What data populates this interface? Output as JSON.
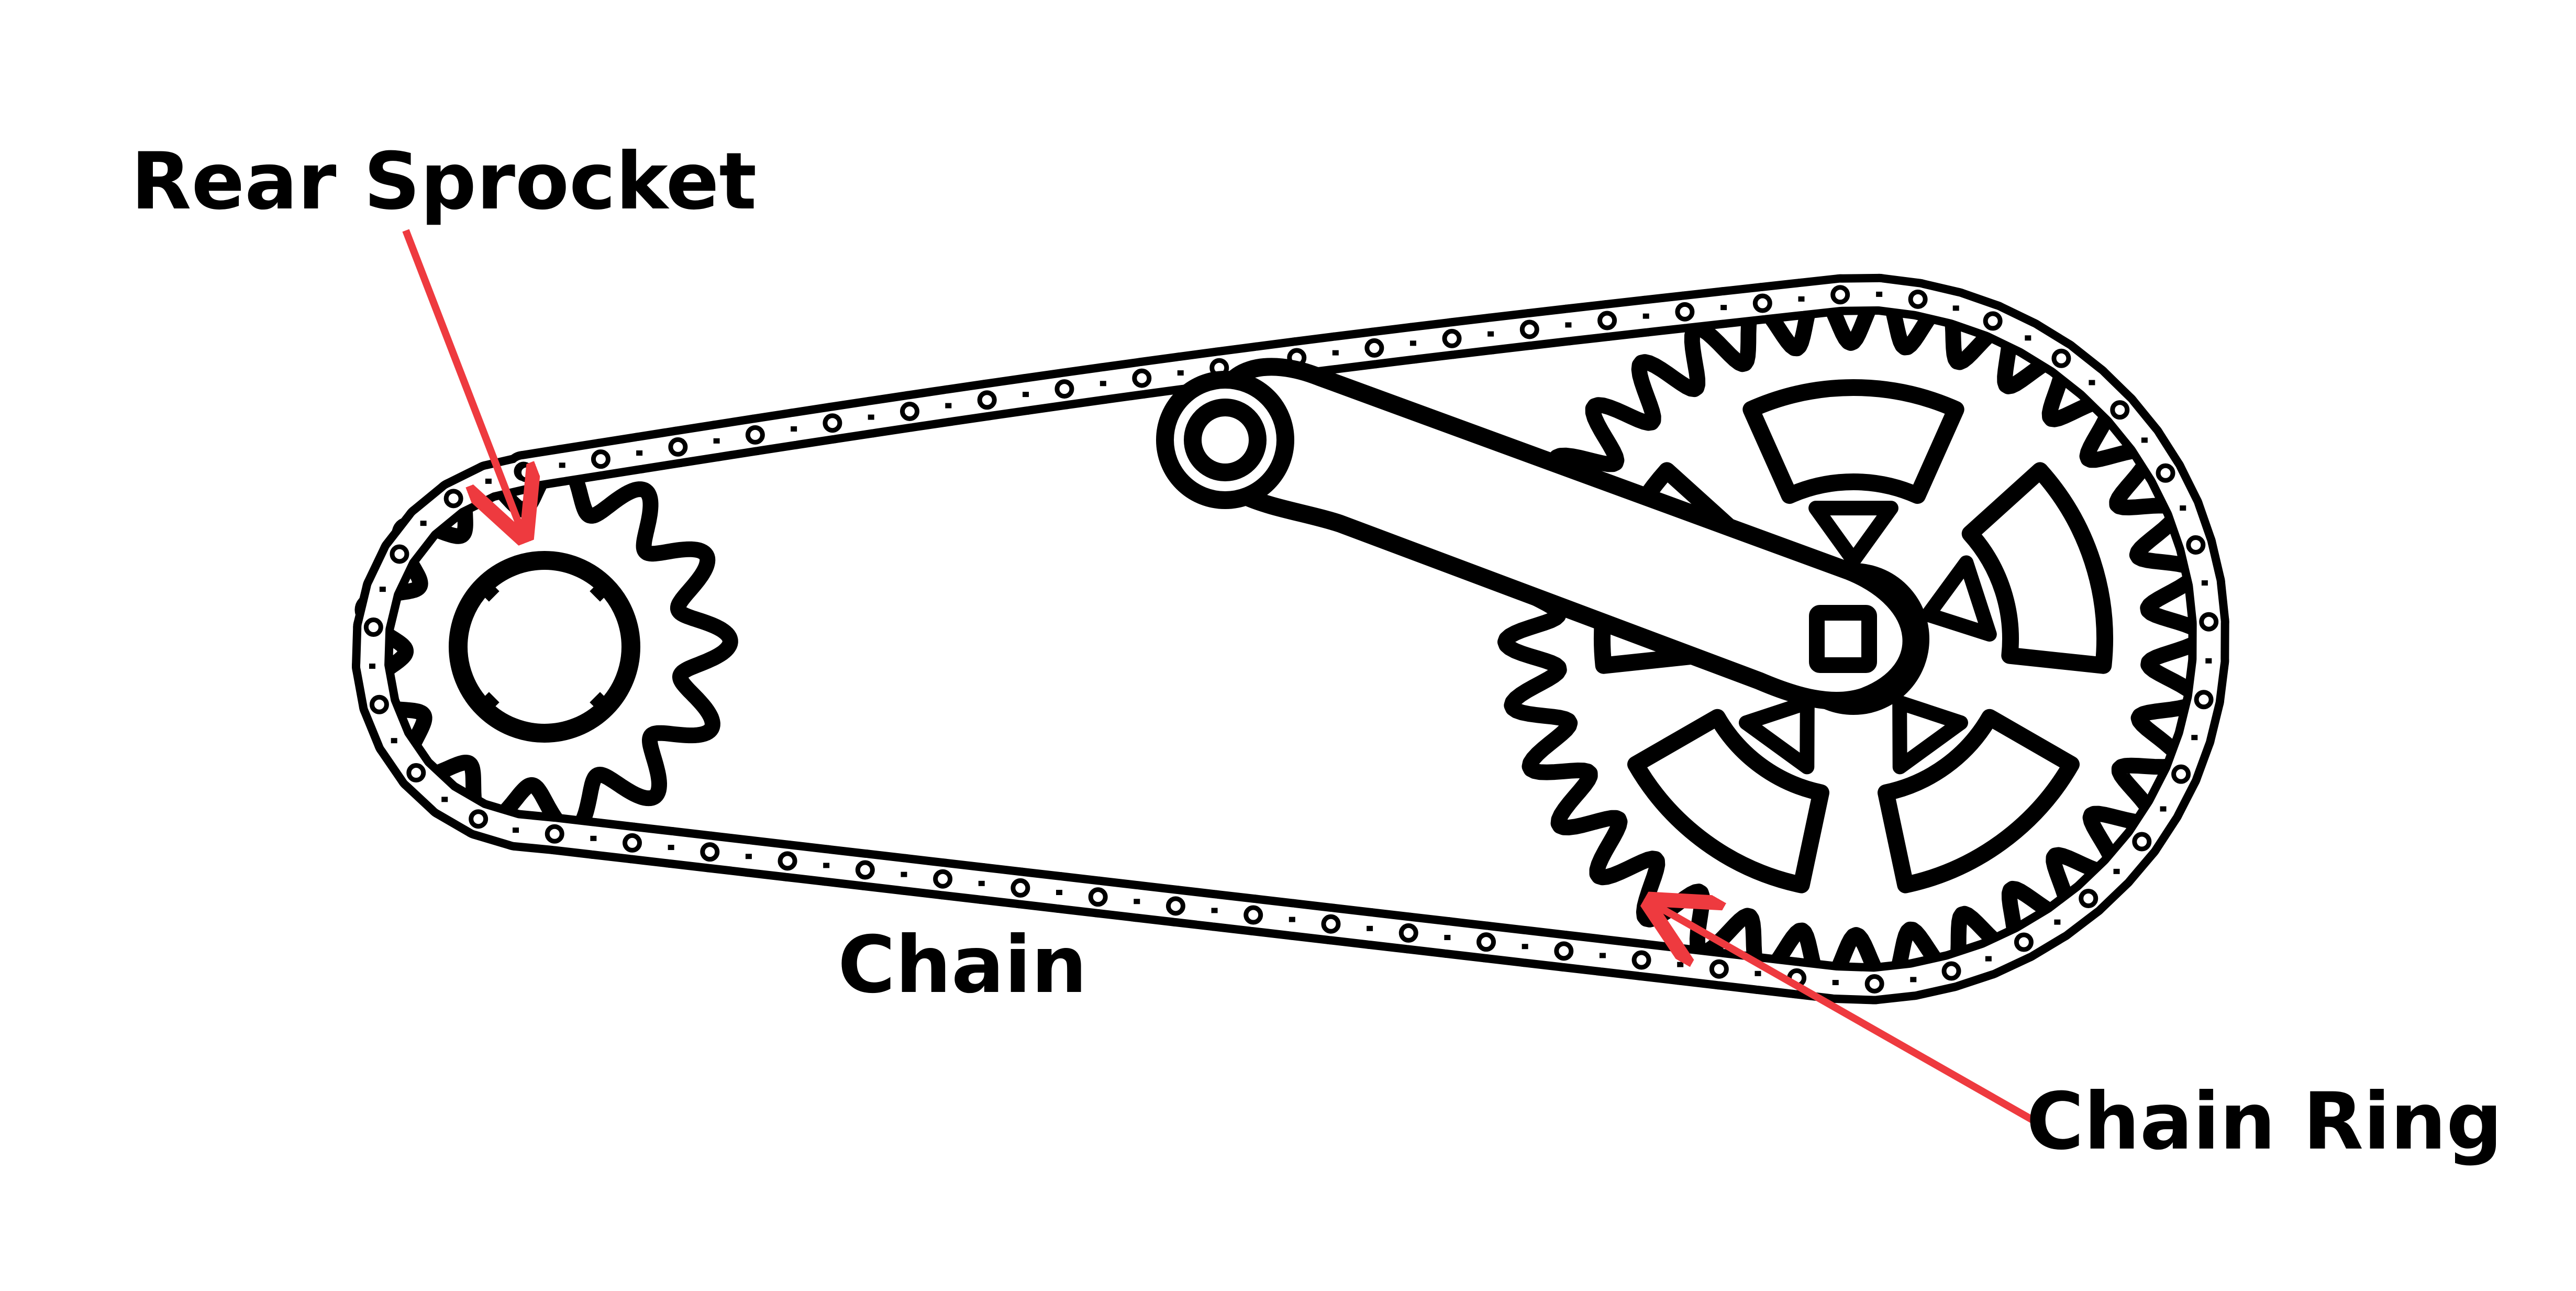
{
  "labels": {
    "rear_sprocket": "Rear Sprocket",
    "chain": "Chain",
    "chain_ring": "Chain Ring"
  },
  "colors": {
    "line": "#000000",
    "fill": "#ffffff",
    "arrow": "#ee3a3f"
  },
  "icons": {
    "chain": "bicycle-chain-icon",
    "rear_sprocket": "rear-sprocket-icon",
    "chain_ring": "chain-ring-icon",
    "crank_arm": "crank-arm-icon"
  }
}
